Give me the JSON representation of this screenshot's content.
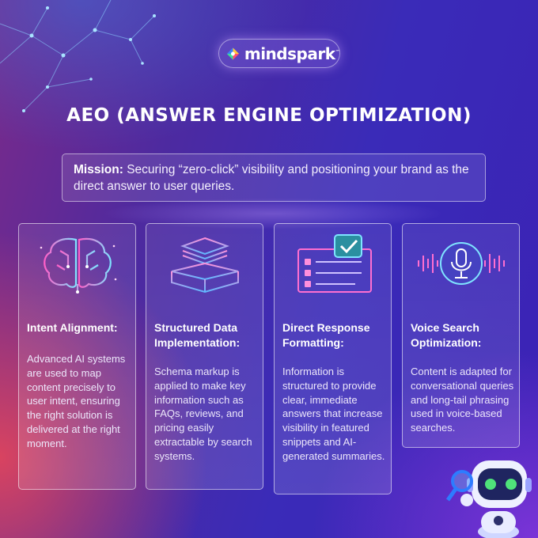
{
  "brand": {
    "name": "mindspark",
    "tm": "™"
  },
  "title": "AEO (ANSWER ENGINE OPTIMIZATION)",
  "mission": {
    "label": "Mission:",
    "text": "Securing “zero-click” visibility and positioning your brand as the direct answer to user queries."
  },
  "cards": [
    {
      "icon": "brain-icon",
      "title": "Intent Alignment:",
      "body": "Advanced AI systems are used to map content precisely to user intent, ensuring the right solution is delivered at the right moment."
    },
    {
      "icon": "stacked-layers-icon",
      "title": "Structured Data Implementation:",
      "body": "Schema markup is applied to make key information such as FAQs, reviews, and pricing easily extractable by search systems."
    },
    {
      "icon": "checklist-icon",
      "title": "Direct Response Formatting:",
      "body": "Information is structured to provide clear, immediate answers that increase visibility in featured snippets and AI-generated summaries."
    },
    {
      "icon": "microphone-icon",
      "title": "Voice Search Optimization:",
      "body": "Content is adapted for conversational queries and long-tail phrasing used in voice-based searches."
    }
  ],
  "colors": {
    "accent_cyan": "#7fe3ff",
    "accent_pink": "#ff5fc8",
    "accent_green": "#4fe27a"
  }
}
